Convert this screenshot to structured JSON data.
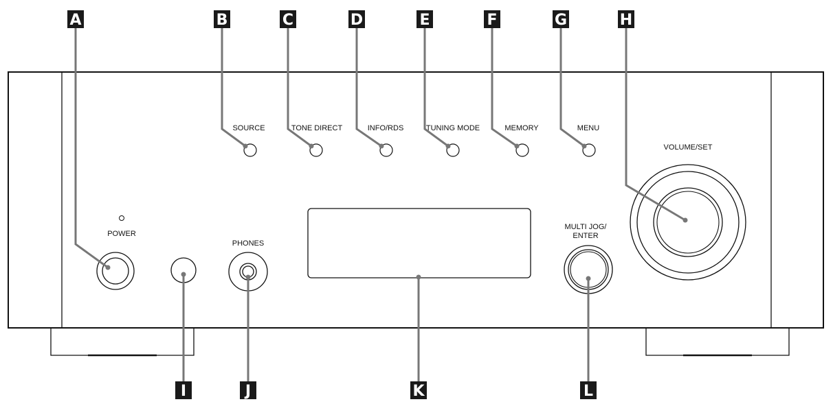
{
  "callouts": {
    "A": "A",
    "B": "B",
    "C": "C",
    "D": "D",
    "E": "E",
    "F": "F",
    "G": "G",
    "H": "H",
    "I": "I",
    "J": "J",
    "K": "K",
    "L": "L"
  },
  "labels": {
    "power": "POWER",
    "source": "SOURCE",
    "tone_direct": "TONE DIRECT",
    "info_rds": "INFO/RDS",
    "tuning_mode": "TUNING MODE",
    "memory": "MEMORY",
    "menu": "MENU",
    "volume_set": "VOLUME/SET",
    "phones": "PHONES",
    "multi_jog_line1": "MULTI JOG/",
    "multi_jog_line2": "ENTER"
  },
  "colors": {
    "callout_box": "#1a1a1a",
    "leader_line": "#777777",
    "outline": "#111111"
  }
}
